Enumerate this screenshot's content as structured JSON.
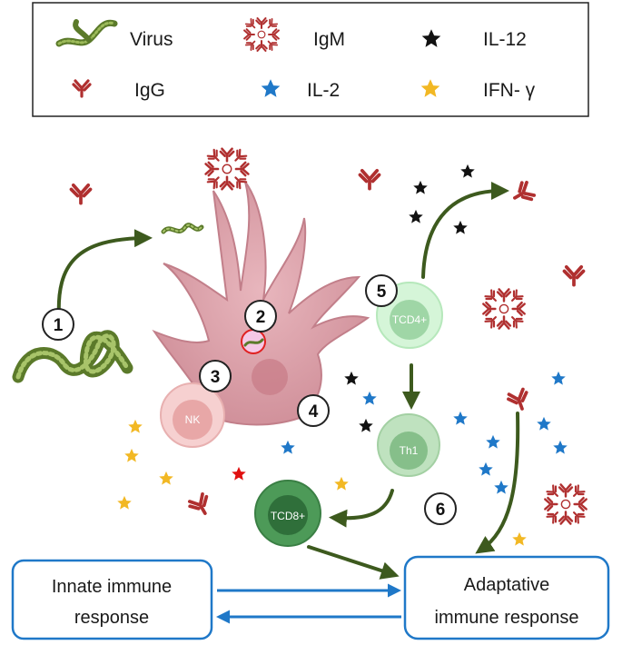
{
  "legend": {
    "virus": "Virus",
    "igm": "IgM",
    "il12": "IL-12",
    "igg": "IgG",
    "il2": "IL-2",
    "ifn": "IFN- γ"
  },
  "steps": [
    "1",
    "2",
    "3",
    "4",
    "5",
    "6"
  ],
  "cells": {
    "nk": "NK",
    "tcd4": "TCD4+",
    "th1": "Th1",
    "tcd8": "TCD8+"
  },
  "boxes": {
    "innate_line1": "Innate immune",
    "innate_line2": "response",
    "adaptive_line1": "Adaptative",
    "adaptive_line2": "immune response"
  },
  "colors": {
    "arrow_green": "#3d5a1e",
    "arrow_blue": "#1f78c8",
    "box_border": "#1f78c8",
    "virus": "#7a9a3c",
    "antibody": "#b03030",
    "star_black": "#111111",
    "star_blue": "#1f78c8",
    "star_yellow": "#f2b824",
    "star_red": "#e01010",
    "dendritic": "#d9a0a8",
    "nk": "#f2c0c0",
    "tcd4": "#c8f0cc",
    "th1": "#a8d8a8",
    "tcd8": "#3e8c4c"
  }
}
